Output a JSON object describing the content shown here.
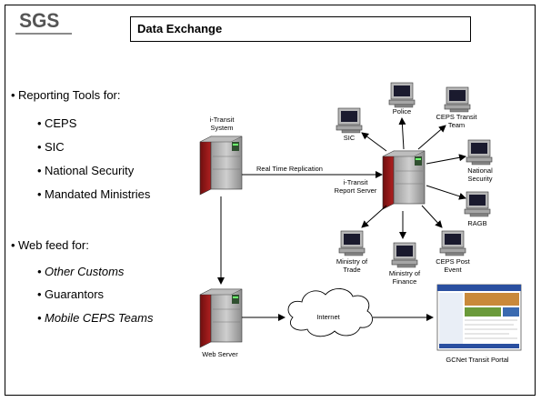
{
  "brand": {
    "logo": "SGS"
  },
  "slide": {
    "title": "Data Exchange"
  },
  "bullets": {
    "reporting": {
      "heading": "Reporting Tools for:",
      "items": [
        "CEPS",
        "SIC",
        "National Security",
        "Mandated Ministries"
      ]
    },
    "webfeed": {
      "heading": "Web feed for:",
      "items": [
        "Other Customs",
        "Guarantors",
        "Mobile CEPS Teams"
      ]
    }
  },
  "diagram": {
    "itransit_system": [
      "i-Transit",
      "System"
    ],
    "replication_label": "Real Time Replication",
    "report_server": [
      "i-Transit",
      "Report Server"
    ],
    "web_server": "Web Server",
    "internet": "Internet",
    "portal": "GCNet Transit Portal",
    "clients": {
      "sic": [
        "SIC"
      ],
      "police": [
        "Police"
      ],
      "ceps_transit": [
        "CEPS Transit",
        "Team"
      ],
      "national_security": [
        "National",
        "Security"
      ],
      "ragb": [
        "RAGB"
      ],
      "ceps_post": [
        "CEPS Post",
        "Event"
      ],
      "finance": [
        "Ministry of",
        "Finance"
      ],
      "trade": [
        "Ministry of",
        "Trade"
      ]
    }
  }
}
